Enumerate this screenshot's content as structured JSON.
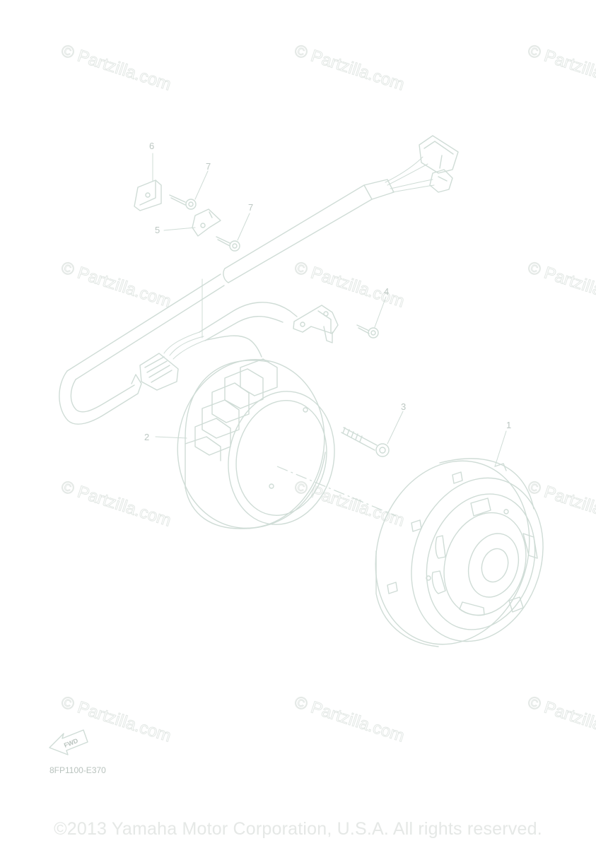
{
  "watermark": {
    "text": "© Partzilla.com"
  },
  "callouts": [
    "1",
    "2",
    "3",
    "4",
    "5",
    "6",
    "7",
    "7"
  ],
  "diagram_code": "8FP1100-E370",
  "fwd_label": "FWD",
  "copyright": "©2013 Yamaha Motor Corporation, U.S.A. All rights reserved.",
  "colors": {
    "line": "#cfdcd6",
    "watermark": "#e3e8e5",
    "text": "#bcc7c2"
  }
}
